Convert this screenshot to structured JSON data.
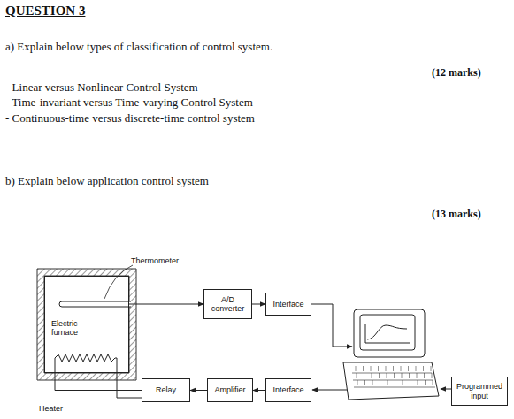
{
  "diagram": {
    "title": "QUESTION 3",
    "nodes": [
      {
        "text": [
          "Electric furnace"
        ]
      },
      {
        "text": [
          "A/D converter"
        ]
      },
      {
        "text": [
          "Interface"
        ]
      },
      {
        "text": [
          "Relay"
        ]
      },
      {
        "text": [
          "Amplifier"
        ]
      },
      {
        "text": [
          "Interface"
        ]
      },
      {
        "text": [
          "Programmed input"
        ]
      }
    ],
    "edges": [
      {
        "from": 0,
        "to": 1,
        "arrow": "to"
      },
      {
        "from": 1,
        "to": 2,
        "arrow": "to"
      },
      {
        "from": 5,
        "to": 4,
        "arrow": "to"
      },
      {
        "from": 4,
        "to": 3,
        "arrow": "to"
      },
      {
        "from": 3,
        "to": 0,
        "arrow": "none"
      }
    ],
    "labels": [
      "a) Explain below types of classification of control system.",
      "(12 marks)",
      "- Linear versus Nonlinear Control System",
      "- Time-invariant versus Time-varying Control System",
      "- Continuous-time versus discrete-time control system",
      "b) Explain below application control system",
      "(13 marks)",
      "Thermometer",
      "Heater"
    ]
  }
}
